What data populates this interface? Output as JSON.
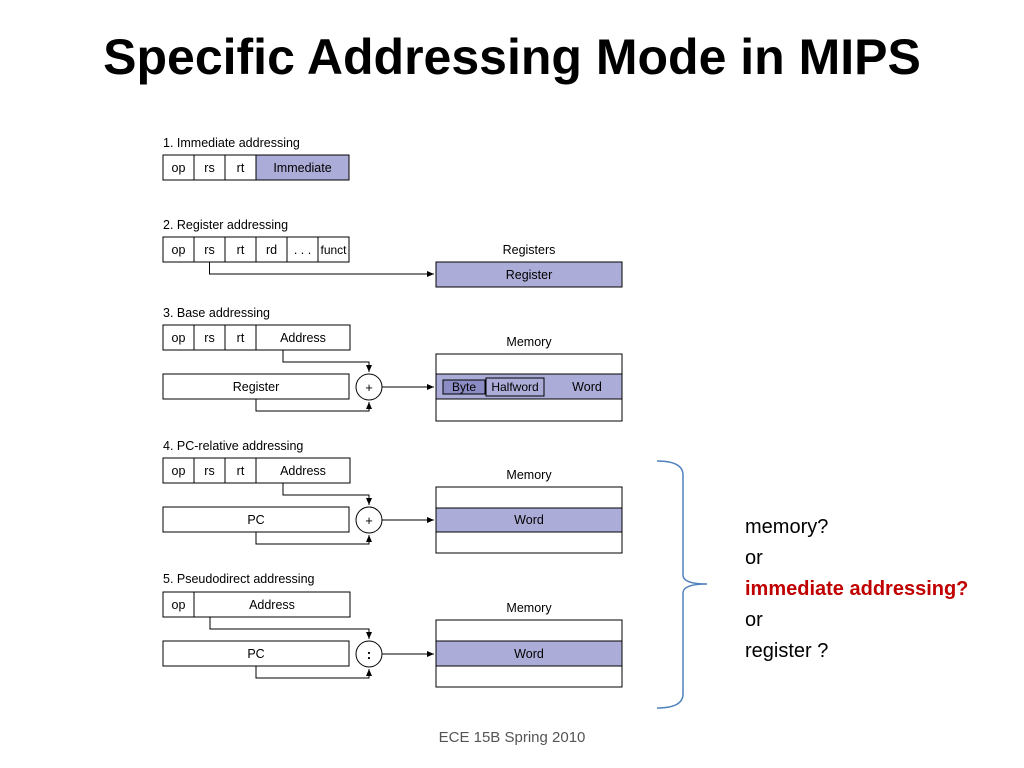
{
  "title": "Specific Addressing Mode in MIPS",
  "modes": [
    {
      "heading": "1.  Immediate addressing",
      "fields": [
        "op",
        "rs",
        "rt",
        "Immediate"
      ]
    },
    {
      "heading": "2. Register addressing",
      "fields": [
        "op",
        "rs",
        "rt",
        "rd",
        ". . .",
        "funct"
      ],
      "target_title": "Registers",
      "target": "Register"
    },
    {
      "heading": "3.  Base addressing",
      "fields": [
        "op",
        "rs",
        "rt",
        "Address"
      ],
      "source": "Register",
      "operator": "+",
      "target_title": "Memory",
      "target_cells": [
        "Byte",
        "Halfword",
        "Word"
      ]
    },
    {
      "heading": "4.  PC-relative addressing",
      "fields": [
        "op",
        "rs",
        "rt",
        "Address"
      ],
      "source": "PC",
      "operator": "+",
      "target_title": "Memory",
      "target": "Word"
    },
    {
      "heading": "5.  Pseudodirect addressing",
      "fields": [
        "op",
        "Address"
      ],
      "source": "PC",
      "operator": ":",
      "target_title": "Memory",
      "target": "Word"
    }
  ],
  "question": [
    "memory?",
    "or",
    "immediate addressing?",
    "or",
    "register  ?"
  ],
  "footer": "ECE 15B Spring 2010",
  "colors": {
    "highlight_fill": "#acacd8",
    "question_accent": "#c00000",
    "brace": "#4f81bd"
  }
}
